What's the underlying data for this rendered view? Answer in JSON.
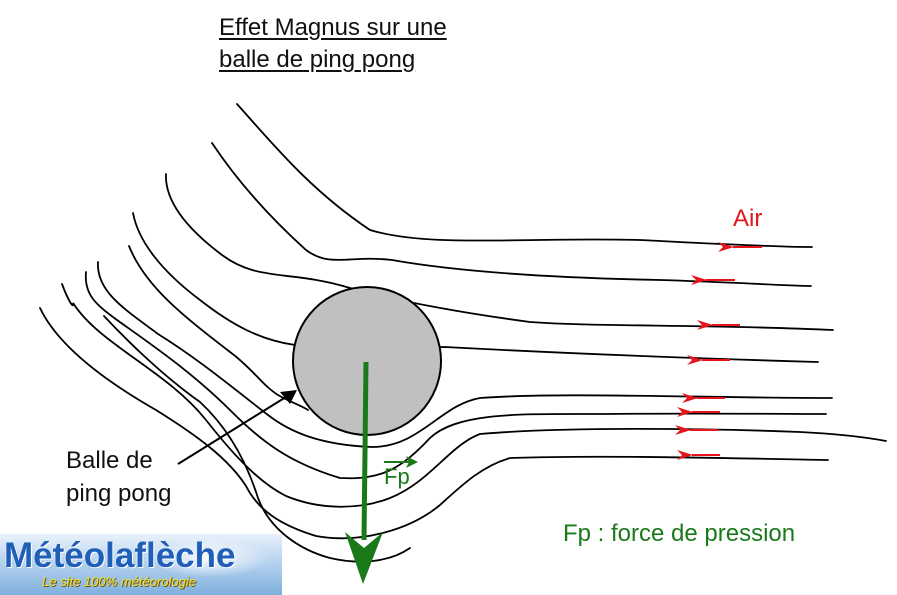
{
  "title": {
    "line1": "Effet Magnus sur une",
    "line2": "balle de ping pong"
  },
  "labels": {
    "air": "Air",
    "ball_line1": "Balle de",
    "ball_line2": "ping pong",
    "fp": "Fp",
    "legend": "Fp : force de pression"
  },
  "logo": {
    "title": "Météolaflèche",
    "subtitle": "Le site 100% météorologie"
  },
  "colors": {
    "air_arrow": "#e4151b",
    "force": "#1a7a1a",
    "ball_fill": "#c0c0c0",
    "streamline": "#000000"
  }
}
